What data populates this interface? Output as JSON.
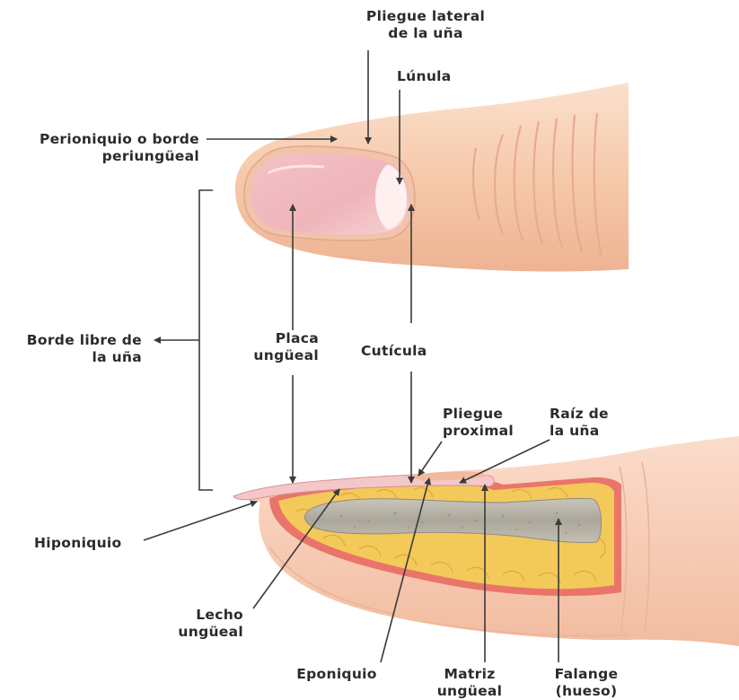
{
  "labels": {
    "pliegue_lateral": [
      "Pliegue lateral",
      "de la uña"
    ],
    "lunula": [
      "Lúnula"
    ],
    "perioniquio": [
      "Perioniquio o borde",
      "periungüeal"
    ],
    "borde_libre": [
      "Borde libre de",
      "la uña"
    ],
    "placa": [
      "Placa",
      "ungüeal"
    ],
    "cuticula": [
      "Cutícula"
    ],
    "pliegue_proximal": [
      "Pliegue",
      "proximal"
    ],
    "raiz": [
      "Raíz de",
      "la uña"
    ],
    "hiponiquio": [
      "Hiponiquio"
    ],
    "lecho": [
      "Lecho",
      "ungüeal"
    ],
    "eponiquio": [
      "Eponiquio"
    ],
    "matriz": [
      "Matriz",
      "ungüeal"
    ],
    "falange": [
      "Falange",
      "(hueso)"
    ]
  },
  "colors": {
    "skin": "#f6c9ab",
    "skin_dark": "#e8a98a",
    "nail": "#f0b9be",
    "nail_light": "#fbe0e0",
    "lunula": "#fdf0ee",
    "fat": "#f3c95a",
    "fat_line": "#e0a83a",
    "dermis": "#e9756a",
    "bone": "#b4b0a4",
    "bone_light": "#cfcbc0",
    "text": "#2b2b2b",
    "line": "#3a3a3a"
  }
}
